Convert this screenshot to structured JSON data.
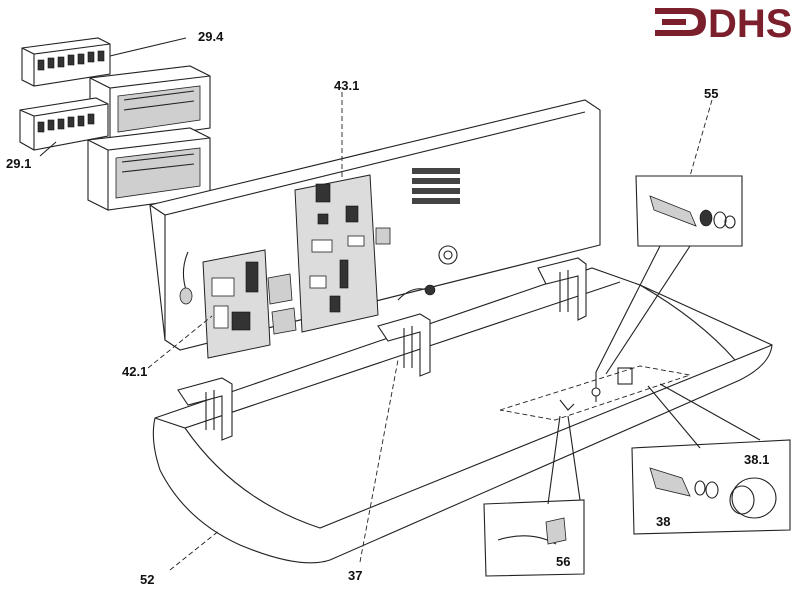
{
  "brand": {
    "logo_text": "DHS",
    "logo_color": "#7a1f2b"
  },
  "callouts": [
    {
      "id": "c-29-4",
      "label": "29.4"
    },
    {
      "id": "c-29-1",
      "label": "29.1"
    },
    {
      "id": "c-43-1",
      "label": "43.1"
    },
    {
      "id": "c-55",
      "label": "55"
    },
    {
      "id": "c-42-1",
      "label": "42.1"
    },
    {
      "id": "c-38-1",
      "label": "38.1"
    },
    {
      "id": "c-38",
      "label": "38"
    },
    {
      "id": "c-56",
      "label": "56"
    },
    {
      "id": "c-52",
      "label": "52"
    },
    {
      "id": "c-37",
      "label": "37"
    }
  ]
}
